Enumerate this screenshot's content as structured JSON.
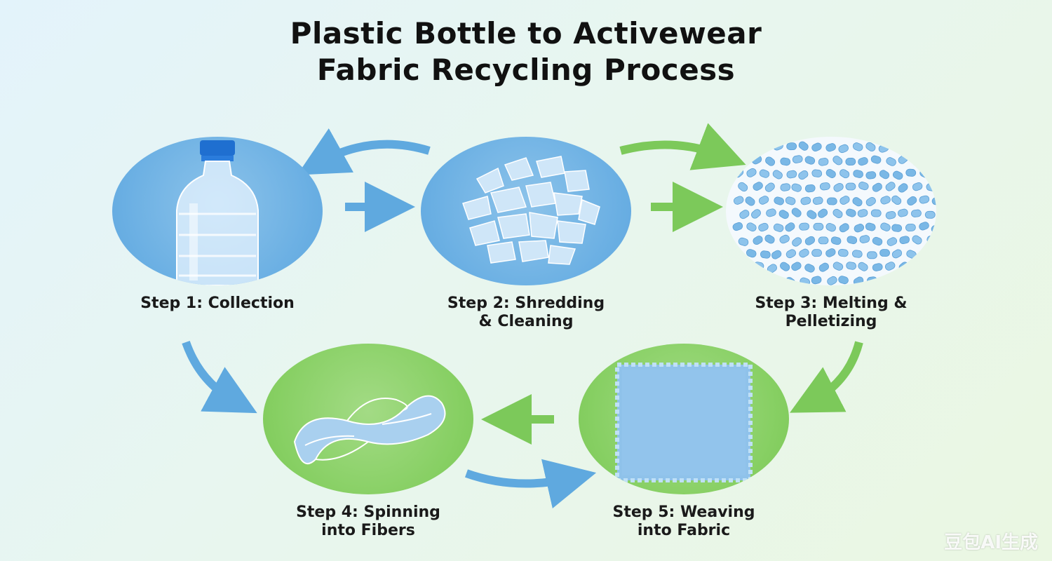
{
  "title": {
    "line1": "Plastic Bottle to Activewear",
    "line2": "Fabric Recycling Process"
  },
  "steps": [
    {
      "line1": "Step 1: Collection",
      "line2": "",
      "icon": "plastic-bottle-icon",
      "color": "#6aafe3"
    },
    {
      "line1": "Step 2: Shredding",
      "line2": "& Cleaning",
      "icon": "plastic-flakes-icon",
      "color": "#6aafe3"
    },
    {
      "line1": "Step 3: Melting &",
      "line2": "Pelletizing",
      "icon": "plastic-pellets-icon",
      "color": "#ffffff"
    },
    {
      "line1": "Step 4: Spinning",
      "line2": "into Fibers",
      "icon": "yarn-skein-icon",
      "color": "#86cf62"
    },
    {
      "line1": "Step 5: Weaving",
      "line2": "into Fabric",
      "icon": "fabric-swatch-icon",
      "color": "#86cf62"
    }
  ],
  "colors": {
    "blue_arrow": "#5fa9df",
    "green_arrow": "#7cc95a"
  },
  "watermark": "豆包AI生成"
}
